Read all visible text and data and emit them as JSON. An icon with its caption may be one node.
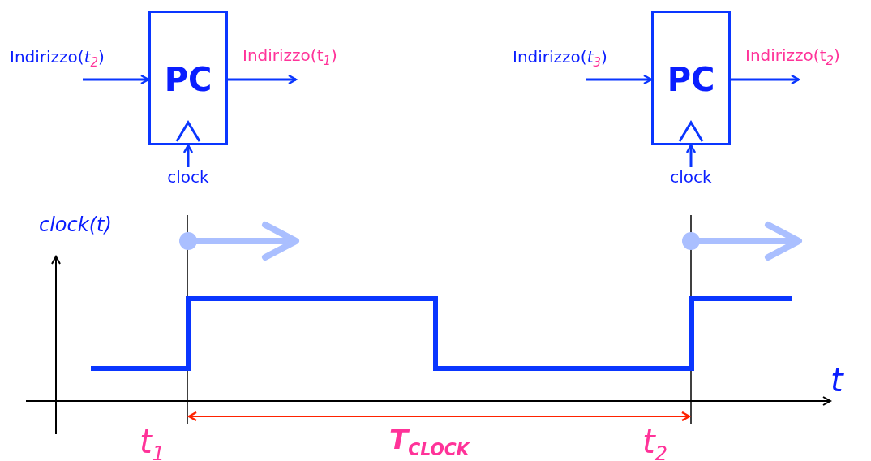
{
  "diagram": {
    "nodes": [
      {
        "text": [
          "PC"
        ]
      },
      {
        "text": [
          "clock"
        ]
      },
      {
        "text": [
          "PC"
        ]
      },
      {
        "text": [
          "clock"
        ]
      }
    ],
    "edges": [
      {
        "from": null,
        "to": 0,
        "arrow": "to",
        "label": "Indirizzo(*t*$_{2}$)"
      },
      {
        "from": 0,
        "to": null,
        "arrow": "to",
        "label": "Indirizzo(t$_{1}$)"
      },
      {
        "from": 1,
        "to": 0,
        "arrow": "to"
      },
      {
        "from": null,
        "to": 2,
        "arrow": "to",
        "label": "Indirizzo(*t*$_{3}$)"
      },
      {
        "from": 2,
        "to": null,
        "arrow": "to",
        "label": "Indirizzo(t$_{2}$)"
      },
      {
        "from": 3,
        "to": 2,
        "arrow": "to"
      }
    ],
    "labels": [
      "clock(t)",
      "t",
      "t$_{1}$",
      "T$_{CLOCK}$",
      "t$_{2}$"
    ]
  }
}
